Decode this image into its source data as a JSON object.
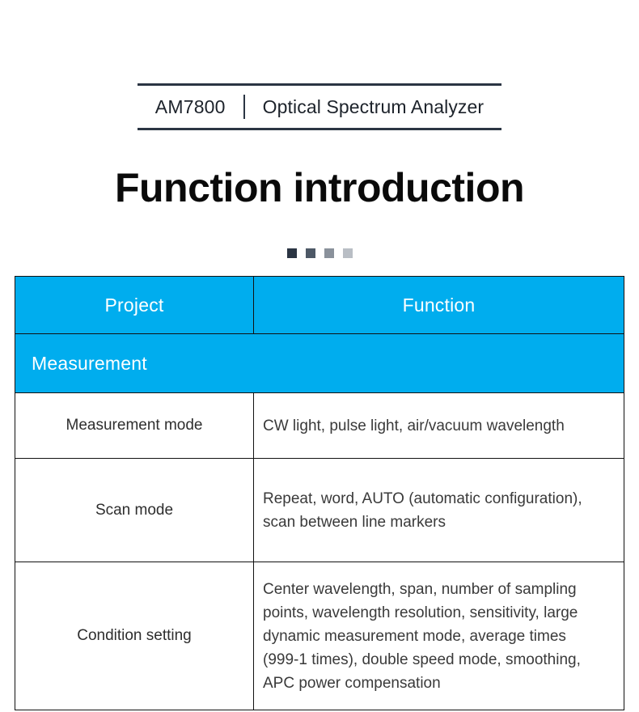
{
  "header": {
    "model": "AM7800",
    "product": "Optical Spectrum Analyzer"
  },
  "page_title": "Function introduction",
  "decor_squares": {
    "name": "progress-squares",
    "colors": [
      "#2b3543",
      "#4d5866",
      "#8a919b",
      "#b9bec5"
    ]
  },
  "table": {
    "accent_color": "#00ADEE",
    "border_color": "#111111",
    "columns": [
      "Project",
      "Function"
    ],
    "rows": [
      {
        "type": "group",
        "label": "Measurement"
      },
      {
        "type": "data",
        "project": "Measurement mode",
        "function_lines": [
          "CW light, pulse light, air/vacuum wavelength"
        ]
      },
      {
        "type": "data",
        "project": "Scan mode",
        "function_lines": [
          "Repeat, word, AUTO (automatic configuration),",
          "scan between line markers"
        ]
      },
      {
        "type": "data",
        "project": "Condition setting",
        "function_lines": [
          "Center wavelength, span, number of sampling",
          "points, wavelength resolution, sensitivity, large",
          "dynamic measurement mode, average times",
          "(999-1 times), double speed mode, smoothing,",
          "APC power compensation"
        ]
      }
    ]
  }
}
